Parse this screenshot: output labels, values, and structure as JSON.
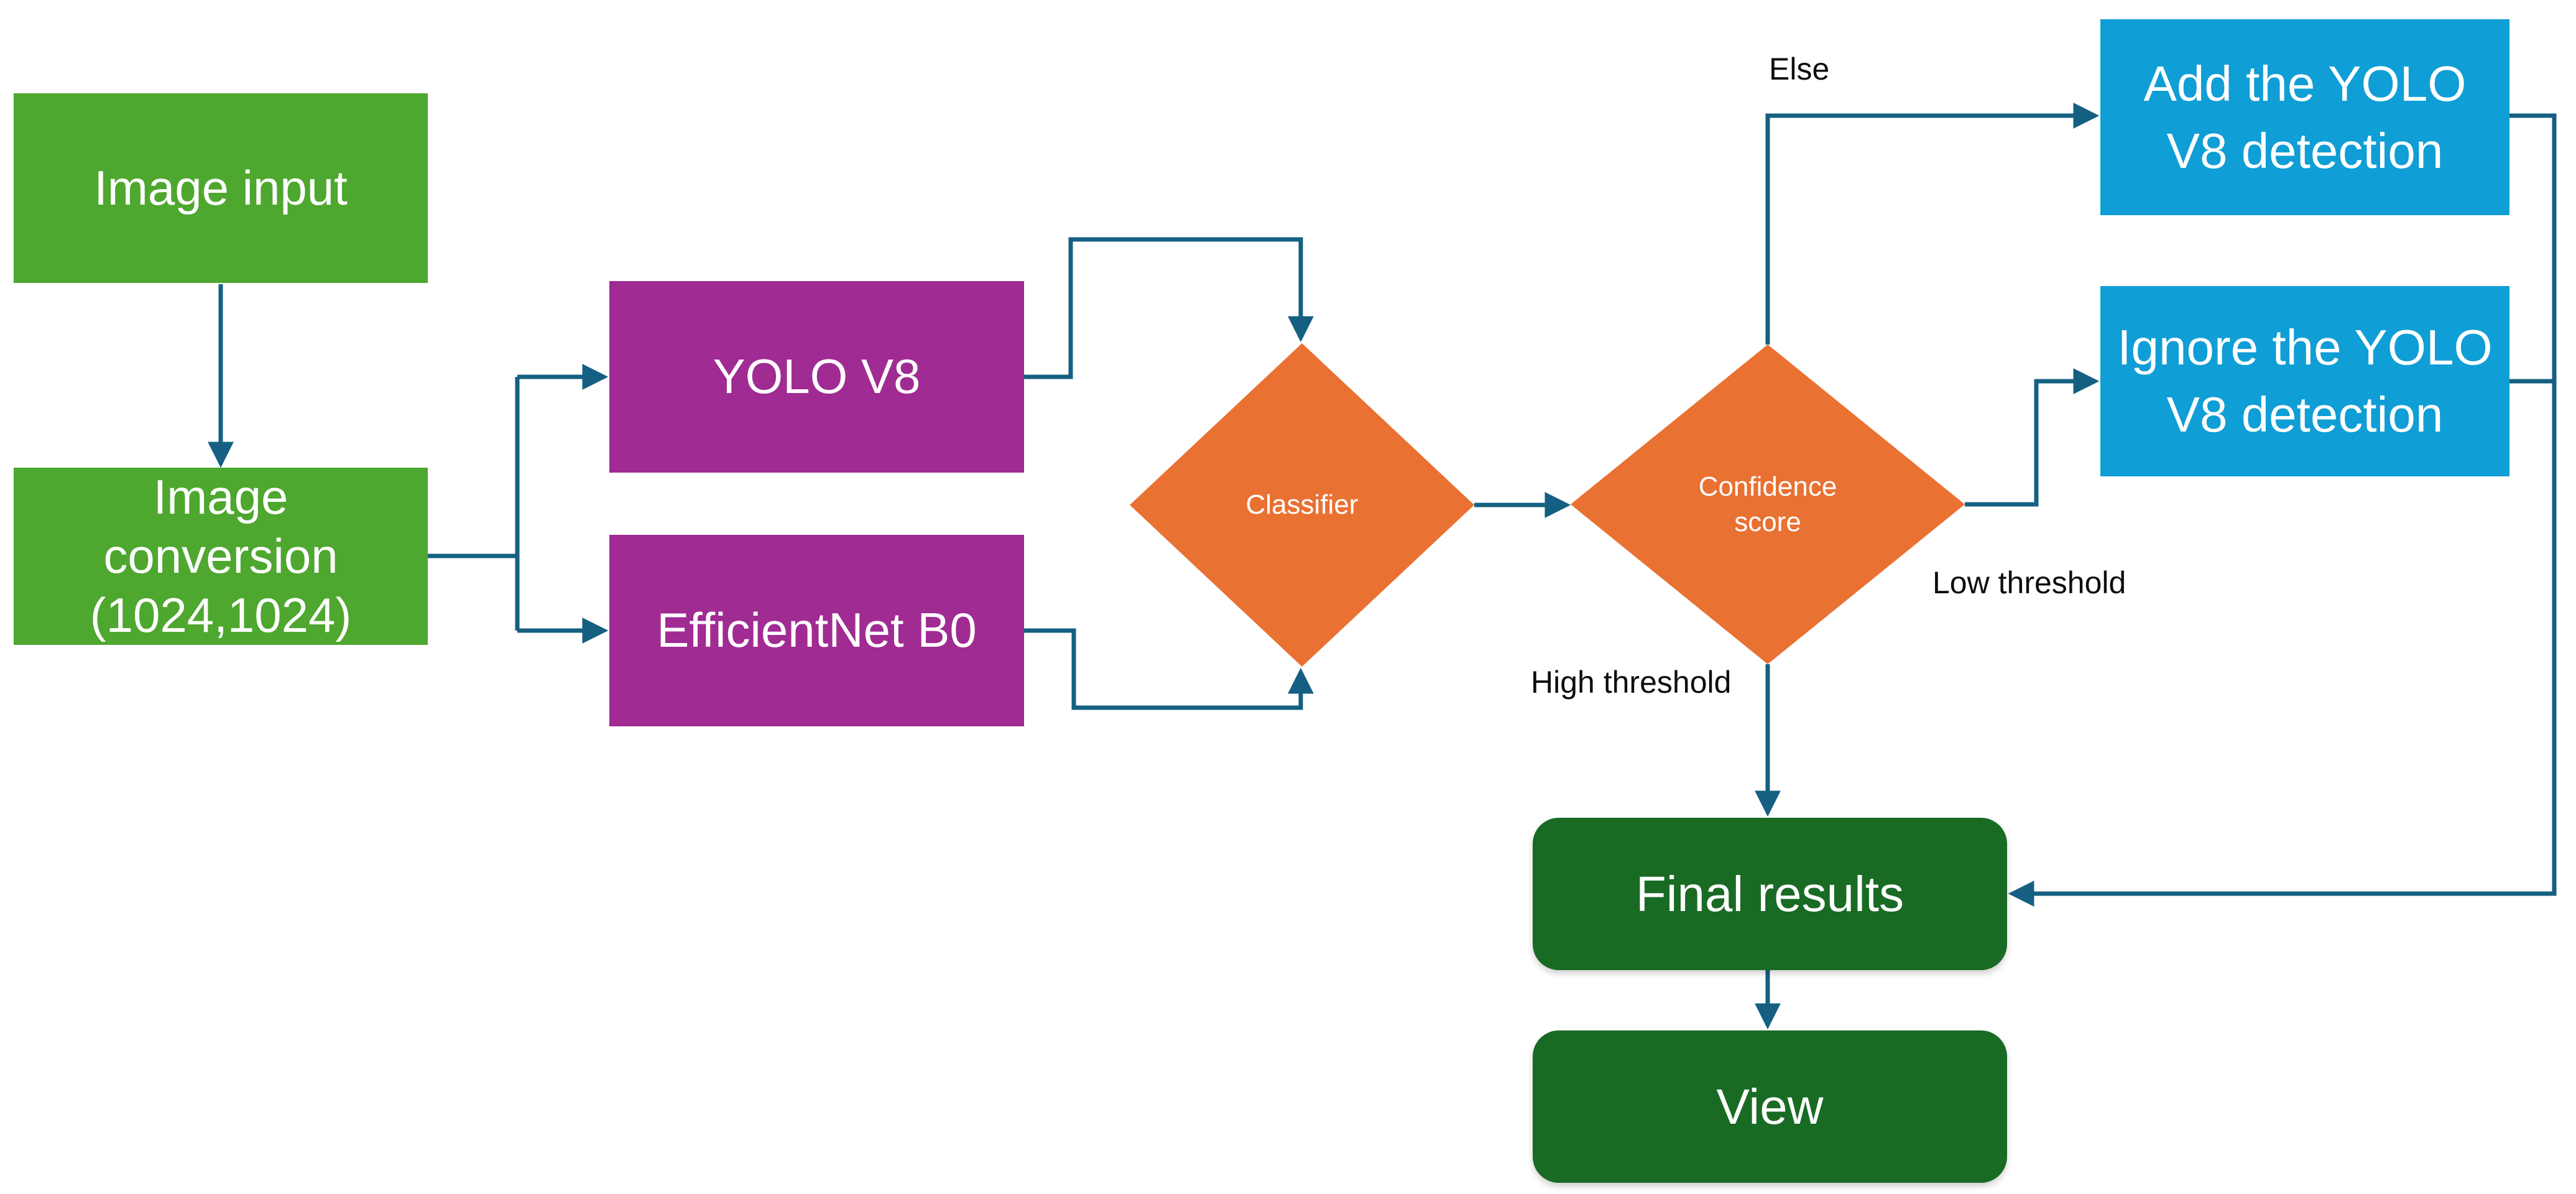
{
  "diagram": {
    "type": "flowchart",
    "description": "Object detection pipeline combining YOLO V8 and EfficientNet B0 with a classifier and confidence-score decision",
    "colors": {
      "input_green": "#4EA72E",
      "model_purple": "#A02B93",
      "decision_orange": "#E97132",
      "action_blue": "#0F9ED5",
      "result_dark_green": "#196B24",
      "connector": "#156082",
      "edge_label_text": "#0D0D0D",
      "node_text": "#FFFFFF"
    },
    "nodes": {
      "image_input": {
        "label": "Image input",
        "shape": "rectangle",
        "color": "#4EA72E"
      },
      "image_conversion": {
        "label": "Image conversion (1024,1024)",
        "shape": "rectangle",
        "color": "#4EA72E"
      },
      "yolo_v8": {
        "label": "YOLO V8",
        "shape": "rectangle",
        "color": "#A02B93"
      },
      "efficientnet_b0": {
        "label": "EfficientNet B0",
        "shape": "rectangle",
        "color": "#A02B93"
      },
      "classifier": {
        "label": "Classifier",
        "shape": "diamond",
        "color": "#E97132"
      },
      "confidence_score": {
        "label": "Confidence score",
        "shape": "diamond",
        "color": "#E97132"
      },
      "add_detection": {
        "label": "Add the YOLO V8 detection",
        "shape": "rectangle",
        "color": "#0F9ED5"
      },
      "ignore_detection": {
        "label": "Ignore the YOLO V8 detection",
        "shape": "rectangle",
        "color": "#0F9ED5"
      },
      "final_results": {
        "label": "Final results",
        "shape": "rounded-rectangle",
        "color": "#196B24"
      },
      "view": {
        "label": "View",
        "shape": "rounded-rectangle",
        "color": "#196B24"
      }
    },
    "edge_labels": {
      "else": "Else",
      "low_threshold": "Low threshold",
      "high_threshold": "High threshold"
    },
    "edges": [
      {
        "from": "image_input",
        "to": "image_conversion",
        "label": ""
      },
      {
        "from": "image_conversion",
        "to": "yolo_v8",
        "label": ""
      },
      {
        "from": "image_conversion",
        "to": "efficientnet_b0",
        "label": ""
      },
      {
        "from": "yolo_v8",
        "to": "classifier",
        "label": ""
      },
      {
        "from": "efficientnet_b0",
        "to": "classifier",
        "label": ""
      },
      {
        "from": "classifier",
        "to": "confidence_score",
        "label": ""
      },
      {
        "from": "confidence_score",
        "to": "add_detection",
        "label": "Else"
      },
      {
        "from": "confidence_score",
        "to": "ignore_detection",
        "label": "Low threshold"
      },
      {
        "from": "confidence_score",
        "to": "final_results",
        "label": "High threshold"
      },
      {
        "from": "add_detection",
        "to": "final_results",
        "label": ""
      },
      {
        "from": "ignore_detection",
        "to": "final_results",
        "label": ""
      },
      {
        "from": "final_results",
        "to": "view",
        "label": ""
      }
    ]
  }
}
